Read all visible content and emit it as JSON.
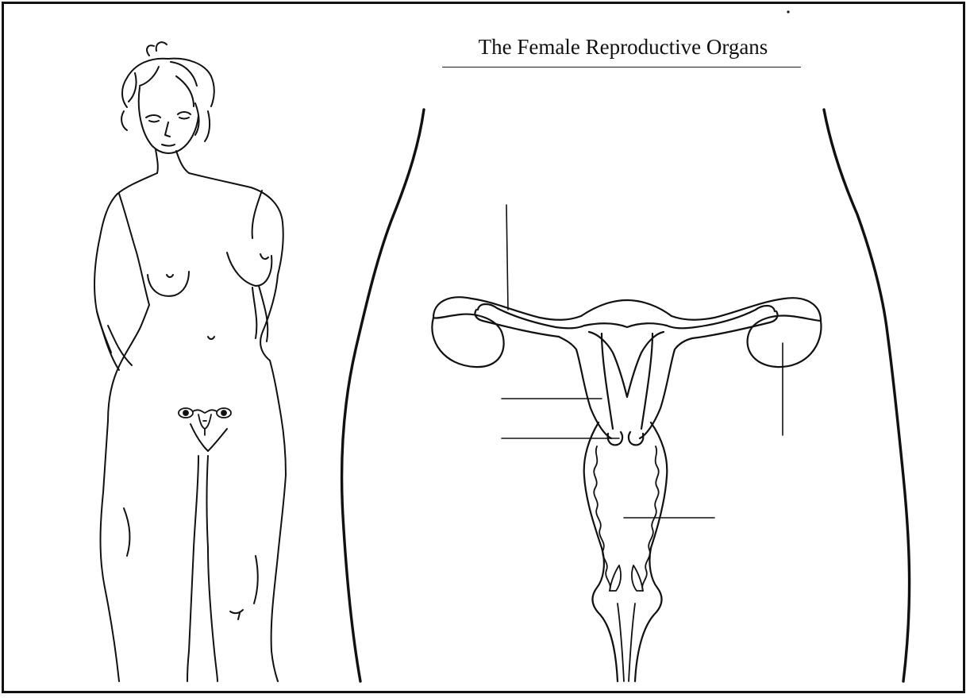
{
  "diagram": {
    "title": "The Female Reproductive Organs",
    "colors": {
      "ink": "#111111",
      "background": "#ffffff"
    },
    "leader_lines": [
      {
        "id": "fallopian-tube-pointer",
        "label": ""
      },
      {
        "id": "uterus-pointer",
        "label": ""
      },
      {
        "id": "cervix-pointer",
        "label": ""
      },
      {
        "id": "ovary-pointer",
        "label": ""
      },
      {
        "id": "vagina-pointer",
        "label": ""
      }
    ]
  }
}
